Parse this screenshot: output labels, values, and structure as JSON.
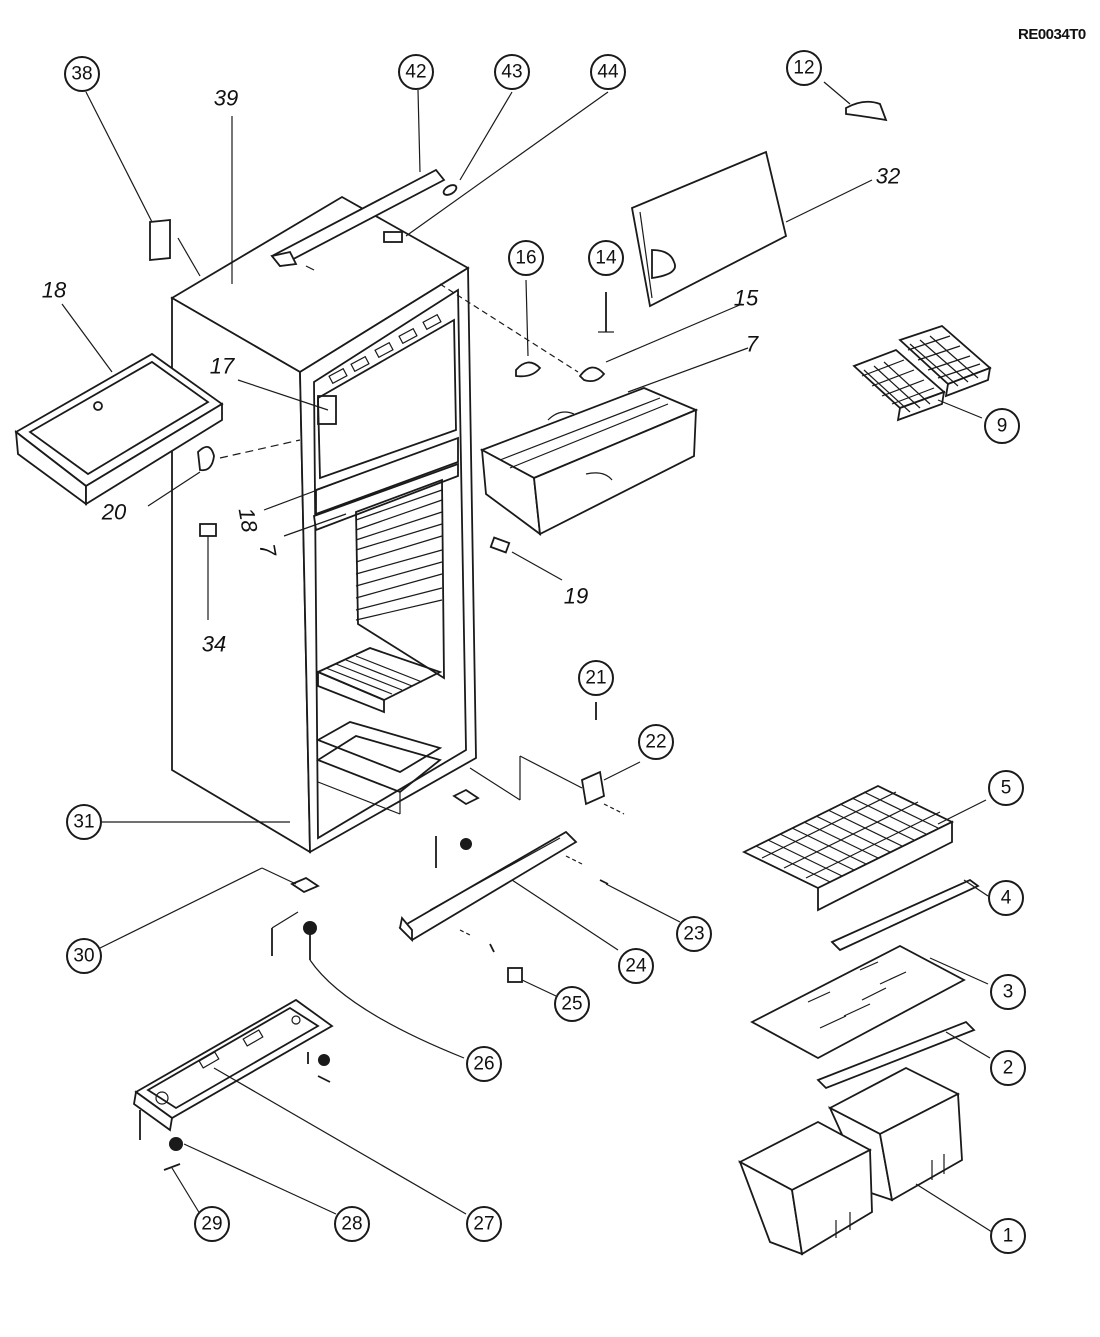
{
  "doc_code": "RE0034T0",
  "callouts": [
    {
      "id": "38",
      "label": "38"
    },
    {
      "id": "42",
      "label": "42"
    },
    {
      "id": "43",
      "label": "43"
    },
    {
      "id": "44",
      "label": "44"
    },
    {
      "id": "12",
      "label": "12"
    },
    {
      "id": "16",
      "label": "16"
    },
    {
      "id": "14",
      "label": "14"
    },
    {
      "id": "9",
      "label": "9"
    },
    {
      "id": "21",
      "label": "21"
    },
    {
      "id": "22",
      "label": "22"
    },
    {
      "id": "5",
      "label": "5"
    },
    {
      "id": "4",
      "label": "4"
    },
    {
      "id": "3",
      "label": "3"
    },
    {
      "id": "2",
      "label": "2"
    },
    {
      "id": "1",
      "label": "1"
    },
    {
      "id": "31",
      "label": "31"
    },
    {
      "id": "30",
      "label": "30"
    },
    {
      "id": "23",
      "label": "23"
    },
    {
      "id": "24",
      "label": "24"
    },
    {
      "id": "25",
      "label": "25"
    },
    {
      "id": "26",
      "label": "26"
    },
    {
      "id": "29",
      "label": "29"
    },
    {
      "id": "28",
      "label": "28"
    },
    {
      "id": "27",
      "label": "27"
    }
  ],
  "plain_labels": [
    {
      "id": "39",
      "label": "39"
    },
    {
      "id": "18a",
      "label": "18"
    },
    {
      "id": "17",
      "label": "17"
    },
    {
      "id": "32",
      "label": "32"
    },
    {
      "id": "15",
      "label": "15"
    },
    {
      "id": "7a",
      "label": "7"
    },
    {
      "id": "20",
      "label": "20"
    },
    {
      "id": "18b",
      "label": "18"
    },
    {
      "id": "7b",
      "label": "7"
    },
    {
      "id": "19",
      "label": "19"
    },
    {
      "id": "34",
      "label": "34"
    }
  ]
}
